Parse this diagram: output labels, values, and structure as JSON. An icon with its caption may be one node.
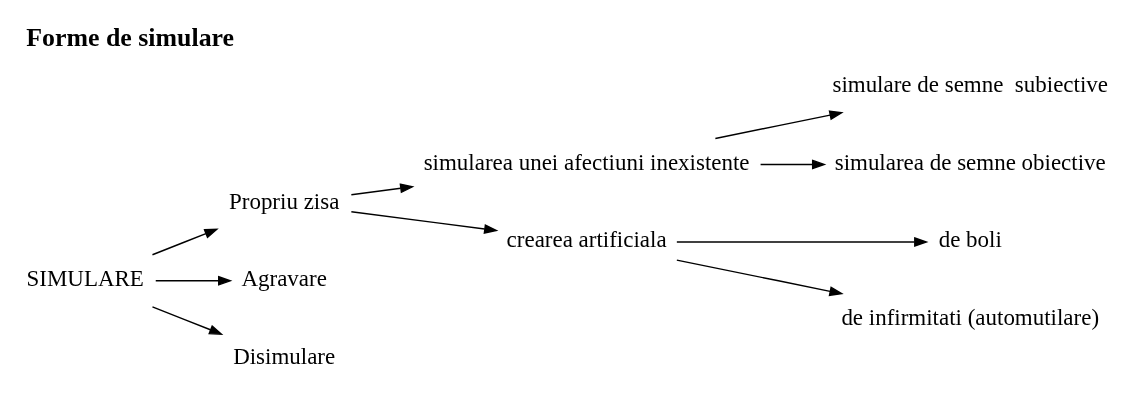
{
  "diagram": {
    "title": "Forme de simulare",
    "nodes": [
      {
        "text": [
          "SIMULARE"
        ]
      },
      {
        "text": [
          "Propriu zisa"
        ]
      },
      {
        "text": [
          "Agravare"
        ]
      },
      {
        "text": [
          "Disimulare"
        ]
      },
      {
        "text": [
          "simularea unei afectiuni inexistente"
        ]
      },
      {
        "text": [
          "crearea artificiala"
        ]
      },
      {
        "text": [
          "simulare de semne  subiective"
        ]
      },
      {
        "text": [
          "simularea de semne obiective"
        ]
      },
      {
        "text": [
          "de boli"
        ]
      },
      {
        "text": [
          "de infirmitati (automutilare)"
        ]
      }
    ],
    "edges": [
      {
        "from": 0,
        "to": 1,
        "arrow": "to"
      },
      {
        "from": 0,
        "to": 2,
        "arrow": "to"
      },
      {
        "from": 0,
        "to": 3,
        "arrow": "to"
      },
      {
        "from": 1,
        "to": 4,
        "arrow": "to"
      },
      {
        "from": 1,
        "to": 5,
        "arrow": "to"
      },
      {
        "from": 4,
        "to": 6,
        "arrow": "to"
      },
      {
        "from": 4,
        "to": 7,
        "arrow": "to"
      },
      {
        "from": 5,
        "to": 8,
        "arrow": "to"
      },
      {
        "from": 5,
        "to": 9,
        "arrow": "to"
      }
    ]
  }
}
